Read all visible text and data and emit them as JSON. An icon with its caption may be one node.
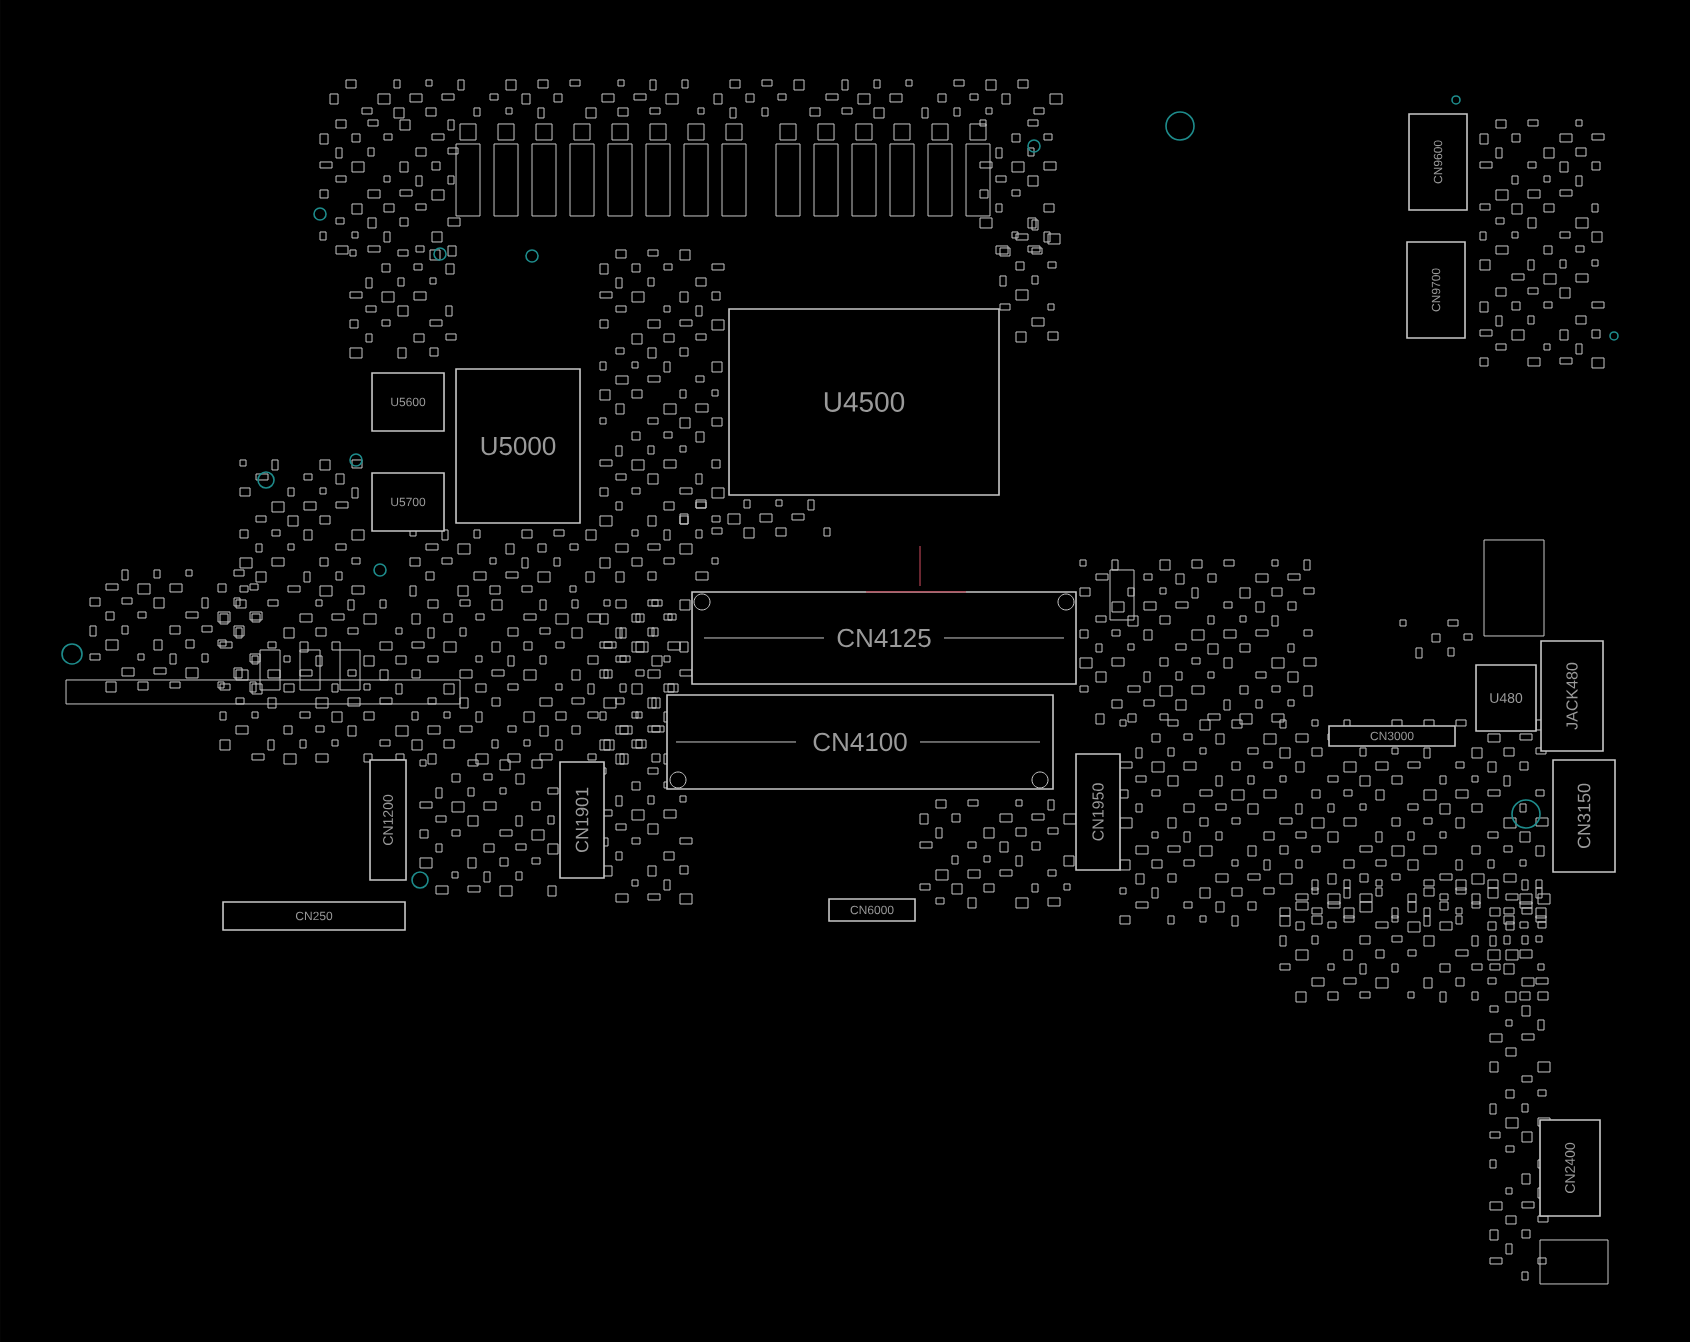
{
  "diagram": {
    "nodes": [
      {
        "text": [
          "U4500"
        ]
      },
      {
        "text": [
          "U5000"
        ]
      },
      {
        "text": [
          "U5600"
        ]
      },
      {
        "text": [
          "U5700"
        ]
      },
      {
        "text": [
          "CN4125"
        ]
      },
      {
        "text": [
          "CN4100"
        ]
      },
      {
        "text": [
          "CN1200"
        ]
      },
      {
        "text": [
          "CN1901"
        ]
      },
      {
        "text": [
          "CN1950"
        ]
      },
      {
        "text": [
          "CN250"
        ]
      },
      {
        "text": [
          "CN6000"
        ]
      },
      {
        "text": [
          "CN3000"
        ]
      },
      {
        "text": [
          "U480"
        ]
      },
      {
        "text": [
          "JACK480"
        ]
      },
      {
        "text": [
          "CN3150"
        ]
      },
      {
        "text": [
          "CN2400"
        ]
      },
      {
        "text": [
          "CN9600"
        ]
      },
      {
        "text": [
          "CN9700"
        ]
      }
    ]
  }
}
